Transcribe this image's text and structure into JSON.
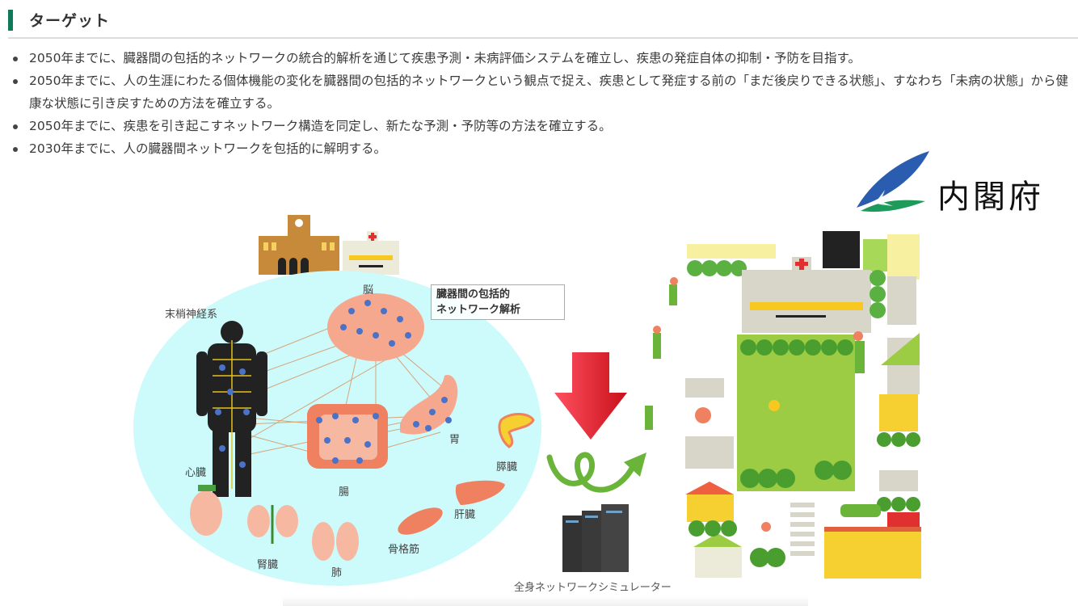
{
  "section": {
    "title": "ターゲット",
    "accent_color": "#0f7a5a"
  },
  "targets": [
    "2050年までに、臓器間の包括的ネットワークの統合的解析を通じて疾患予測・未病評価システムを確立し、疾患の発症自体の抑制・予防を目指す。",
    "2050年までに、人の生涯にわたる個体機能の変化を臓器間の包括的ネットワークという観点で捉え、疾患として発症する前の「まだ後戻りできる状態」、すなわち「未病の状態」から健康な状態に引き戻すための方法を確立する。",
    "2050年までに、疾患を引き起こすネットワーク構造を同定し、新たな予測・予防等の方法を確立する。",
    "2030年までに、人の臓器間ネットワークを包括的に解明する。"
  ],
  "logo": {
    "text": "内閣府",
    "blue": "#2a5db0",
    "green": "#1e9a5a"
  },
  "diagram": {
    "network_box": [
      "臓器間の包括的",
      "ネットワーク解析"
    ],
    "organs": {
      "brain": "脳",
      "peripheral_nerves": "末梢神経系",
      "heart": "心臓",
      "intestine": "腸",
      "stomach": "胃",
      "pancreas": "膵臓",
      "liver": "肝臓",
      "kidney": "腎臓",
      "lung": "肺",
      "skeletal_muscle": "骨格筋"
    },
    "simulator_label": "全身ネットワークシミュレーター",
    "bubble_color": "#cdfafa",
    "node_color": "#4a72c8",
    "organ_color": "#f2937a",
    "arrow_color": "#e8202a",
    "loop_arrow_color": "#6ab43a"
  }
}
